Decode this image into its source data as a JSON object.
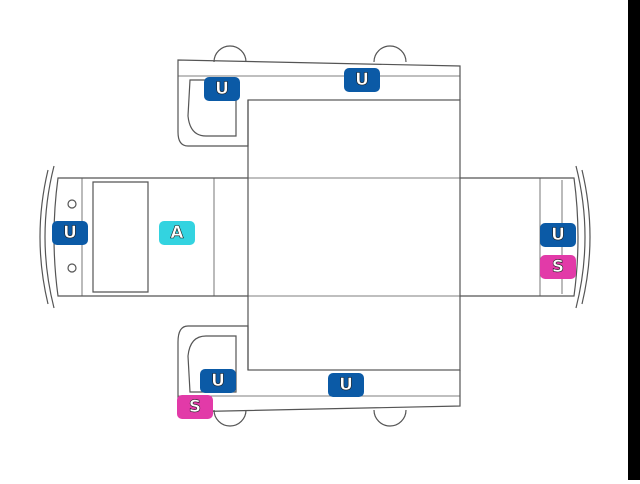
{
  "badges": {
    "u": "U",
    "a": "A",
    "s": "S"
  },
  "colors": {
    "outline": "#555555",
    "u_badge": "#0b5aa6",
    "a_badge": "#33d3e0",
    "s_badge": "#e23aa8"
  }
}
